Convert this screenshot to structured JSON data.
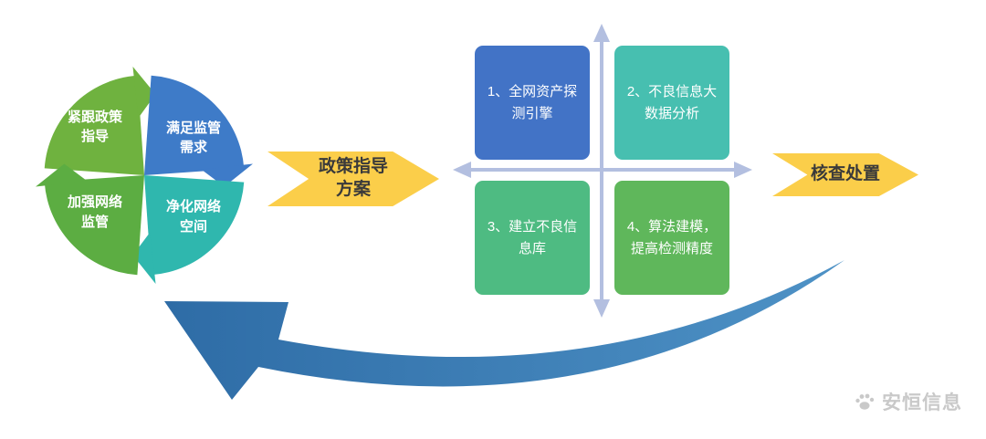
{
  "colors": {
    "pie_green_tl": "#6FB23F",
    "pie_blue_tr": "#3E7BC8",
    "pie_green_bl": "#5CAD42",
    "pie_teal_br": "#2FB7AE",
    "arrow_yellow": "#FBCE4A",
    "box_blue": "#4273C6",
    "box_teal": "#47BFB0",
    "box_green_3": "#4EBB82",
    "box_green_4": "#5FB75B",
    "cross_axis": "#B3BFE0",
    "swoosh_start": "#2E6CA6",
    "swoosh_end": "#4E92C6",
    "watermark": "#C9C9C9"
  },
  "pie": {
    "quadrants": [
      {
        "name": "top-left",
        "label": "紧跟政策\n指导"
      },
      {
        "name": "top-right",
        "label": "满足监管\n需求"
      },
      {
        "name": "bottom-left",
        "label": "加强网络\n监管"
      },
      {
        "name": "bottom-right",
        "label": "净化网络\n空间"
      }
    ]
  },
  "flow": {
    "input_arrow": "政策指导\n方案",
    "output_arrow": "核查处置"
  },
  "matrix": {
    "items": [
      {
        "num": "1",
        "label": "1、全网资产探\n测引擎"
      },
      {
        "num": "2",
        "label": "2、不良信息大\n数据分析"
      },
      {
        "num": "3",
        "label": "3、建立不良信\n息库"
      },
      {
        "num": "4",
        "label": "4、算法建模，\n提高检测精度"
      }
    ]
  },
  "watermark": {
    "label": "安恒信息"
  }
}
